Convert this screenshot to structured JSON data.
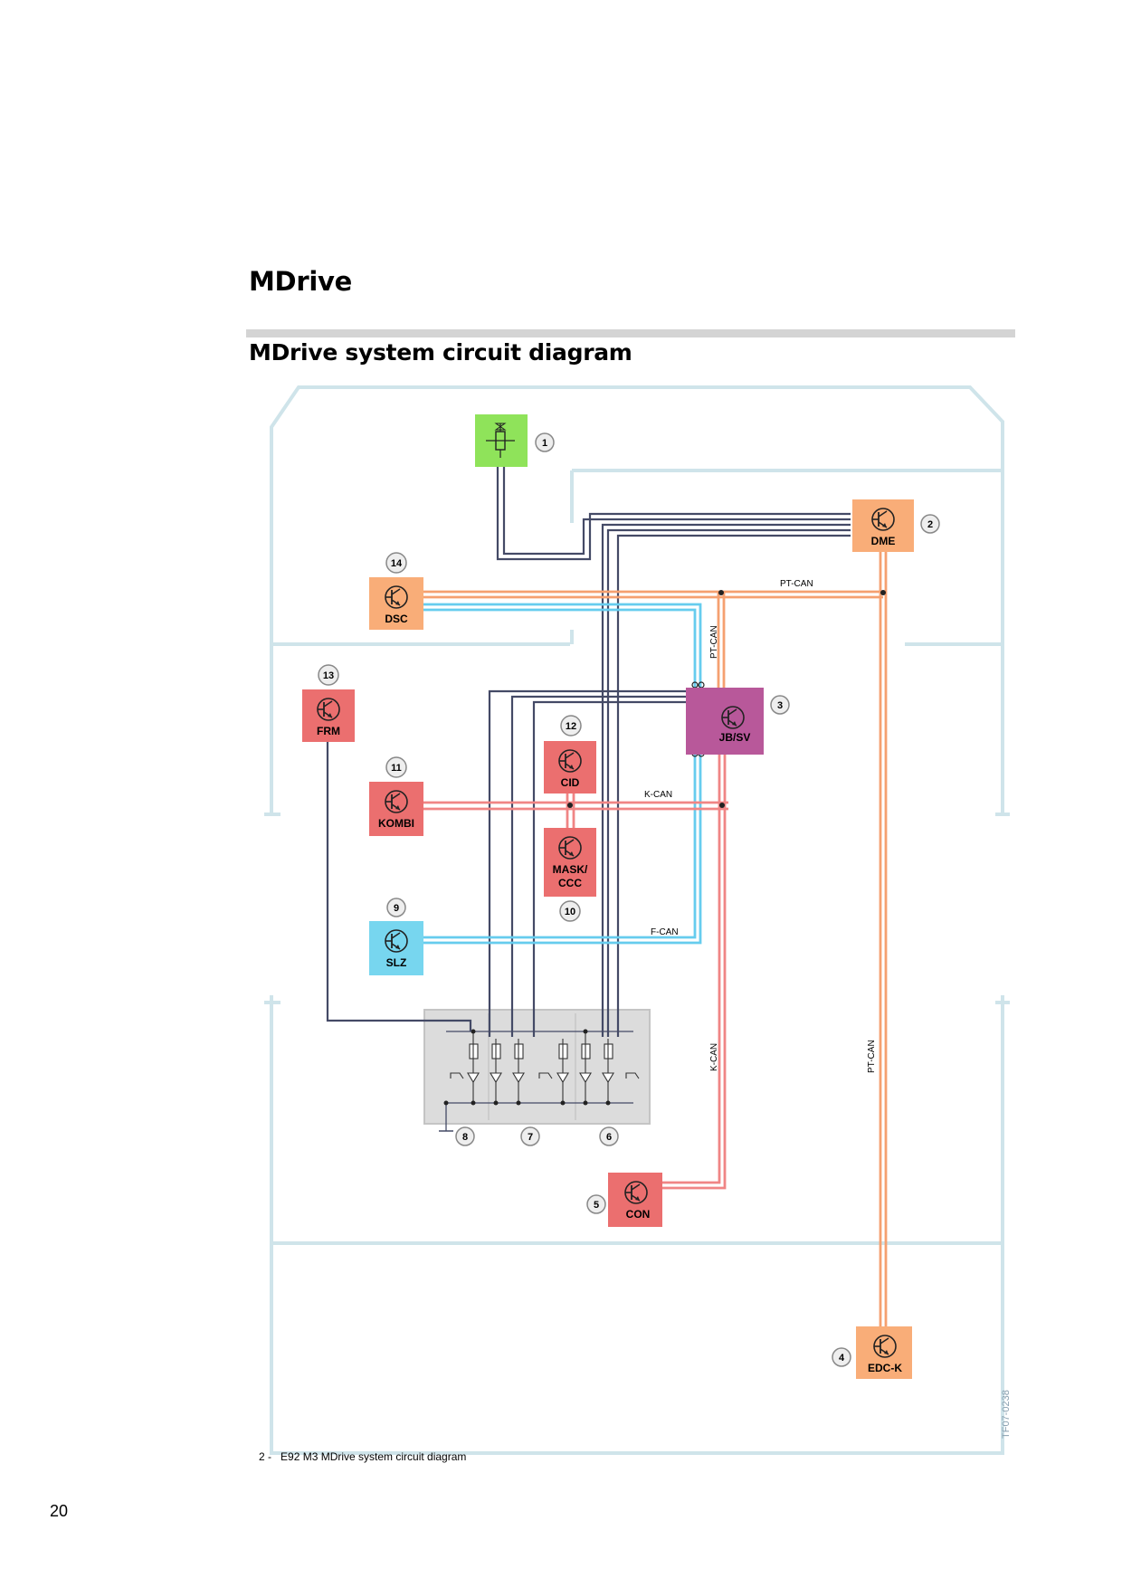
{
  "section_title": "MDrive",
  "diagram_title": "MDrive system circuit diagram",
  "caption": {
    "number": "2 -",
    "text": "E92 M3 MDrive system circuit diagram"
  },
  "page_number": "20",
  "watermark": "TF07-0238",
  "bus_labels": {
    "pt_can": "PT-CAN",
    "k_can": "K-CAN",
    "f_can": "F-CAN"
  },
  "modules": {
    "dme": "DME",
    "jbsv": "JB/SV",
    "edck": "EDC-K",
    "con": "CON",
    "dsc": "DSC",
    "frm": "FRM",
    "kombi": "KOMBI",
    "cid": "CID",
    "mask1": "MASK/",
    "mask2": "CCC",
    "slz": "SLZ"
  },
  "callouts": {
    "c1": "1",
    "c2": "2",
    "c3": "3",
    "c4": "4",
    "c5": "5",
    "c6": "6",
    "c7": "7",
    "c8": "8",
    "c9": "9",
    "c10": "10",
    "c11": "11",
    "c12": "12",
    "c13": "13",
    "c14": "14"
  },
  "colors": {
    "orange_module": "#f9ad78",
    "red_module": "#eb6f6f",
    "purple_module": "#b8589a",
    "cyan_module": "#77d6ef",
    "green_module": "#8fe35a",
    "pt_can_wire": "#f5a070",
    "k_can_wire": "#f08585",
    "f_can_wire": "#66ccee",
    "signal_wire": "#444a66",
    "vehicle_outline": "#cfe4ea"
  }
}
